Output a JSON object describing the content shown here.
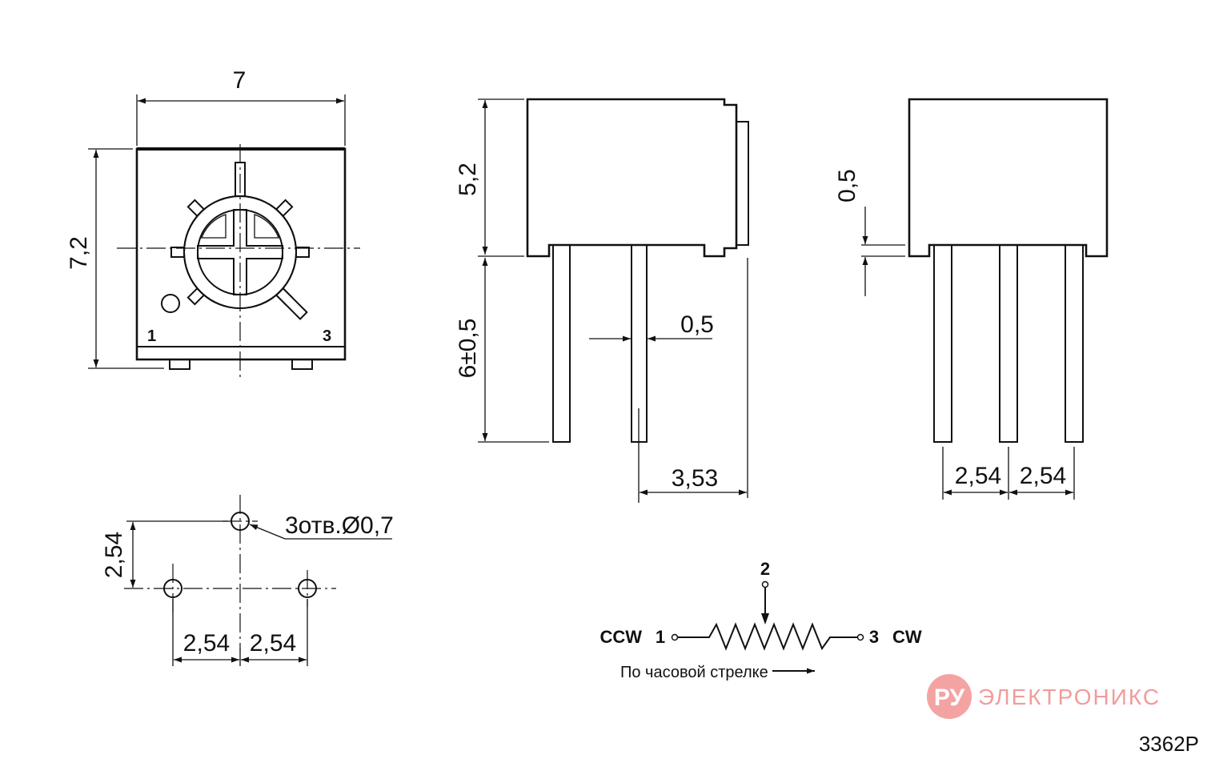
{
  "front_view": {
    "width_dim": "7",
    "height_dim": "7,2",
    "pin_label_left": "1",
    "pin_label_right": "3"
  },
  "side_view": {
    "body_height_dim": "5,2",
    "lead_length_dim": "6±0,5",
    "lead_width_dim": "0,5",
    "lead_offset_dim": "3,53"
  },
  "end_view": {
    "standoff_dim": "0,5",
    "pitch_left_dim": "2,54",
    "pitch_right_dim": "2,54"
  },
  "hole_layout": {
    "vertical_pitch_dim": "2,54",
    "hole_note": "3отв.Ø0,7",
    "pitch_left_dim": "2,54",
    "pitch_right_dim": "2,54"
  },
  "schematic": {
    "wiper_label": "2",
    "left_dir_label": "CCW",
    "left_pin_label": "1",
    "right_pin_label": "3",
    "right_dir_label": "CW",
    "rotation_note": "По часовой стрелке"
  },
  "logo": {
    "badge_text": "РУ",
    "brand_text": "ЭЛЕКТРОНИКС",
    "badge_color": "#f4a3a3",
    "brand_color": "#f29b9b"
  },
  "model_label": "3362P"
}
